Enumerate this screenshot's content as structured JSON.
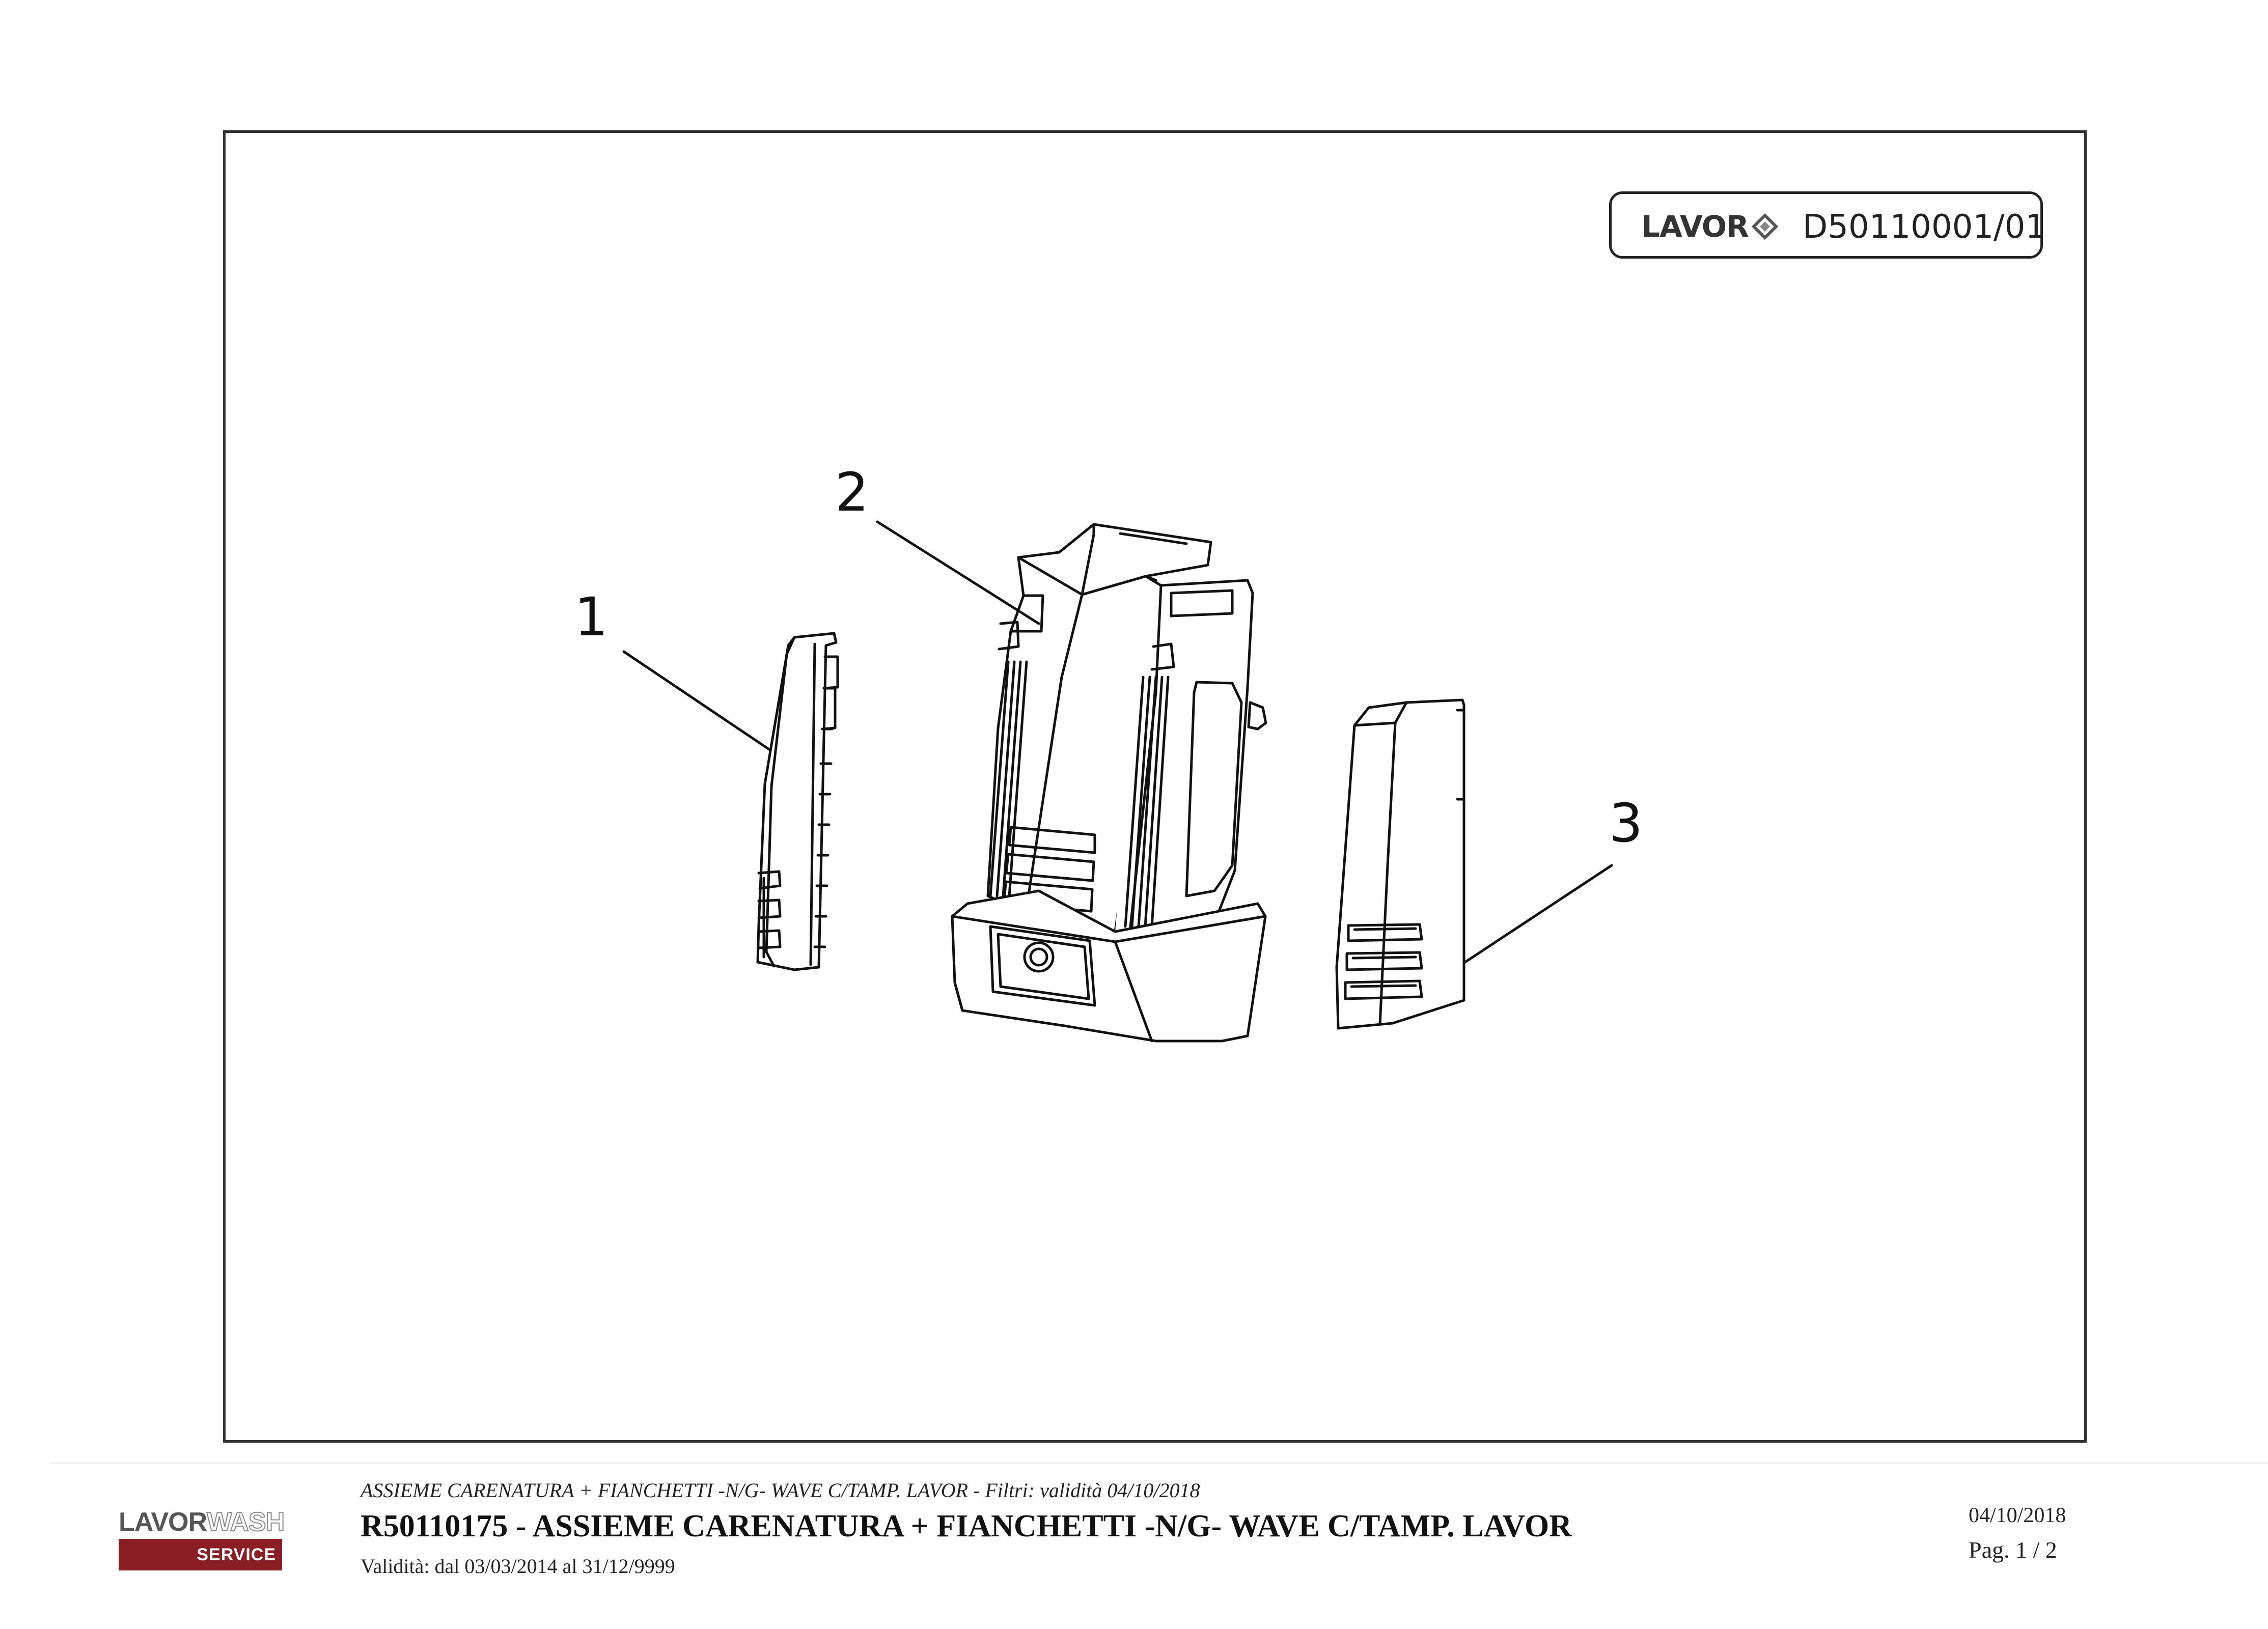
{
  "header_tag": {
    "logo_text": "LAVOR",
    "drawing_code": "D50110001/01"
  },
  "callouts": [
    "1",
    "2",
    "3"
  ],
  "footer": {
    "brand_top_a": "LAVOR",
    "brand_top_b": "WASH",
    "brand_bottom": "SERVICE",
    "subtitle": "ASSIEME CARENATURA + FIANCHETTI -N/G- WAVE C/TAMP. LAVOR - Filtri: validità 04/10/2018",
    "title": "R50110175 - ASSIEME CARENATURA + FIANCHETTI -N/G- WAVE C/TAMP. LAVOR",
    "validity": "Validità: dal 03/03/2014 al 31/12/9999",
    "date": "04/10/2018",
    "page": "Pag. 1 / 2"
  },
  "colors": {
    "frame": "#333333",
    "brand_red": "#8b1d24"
  }
}
